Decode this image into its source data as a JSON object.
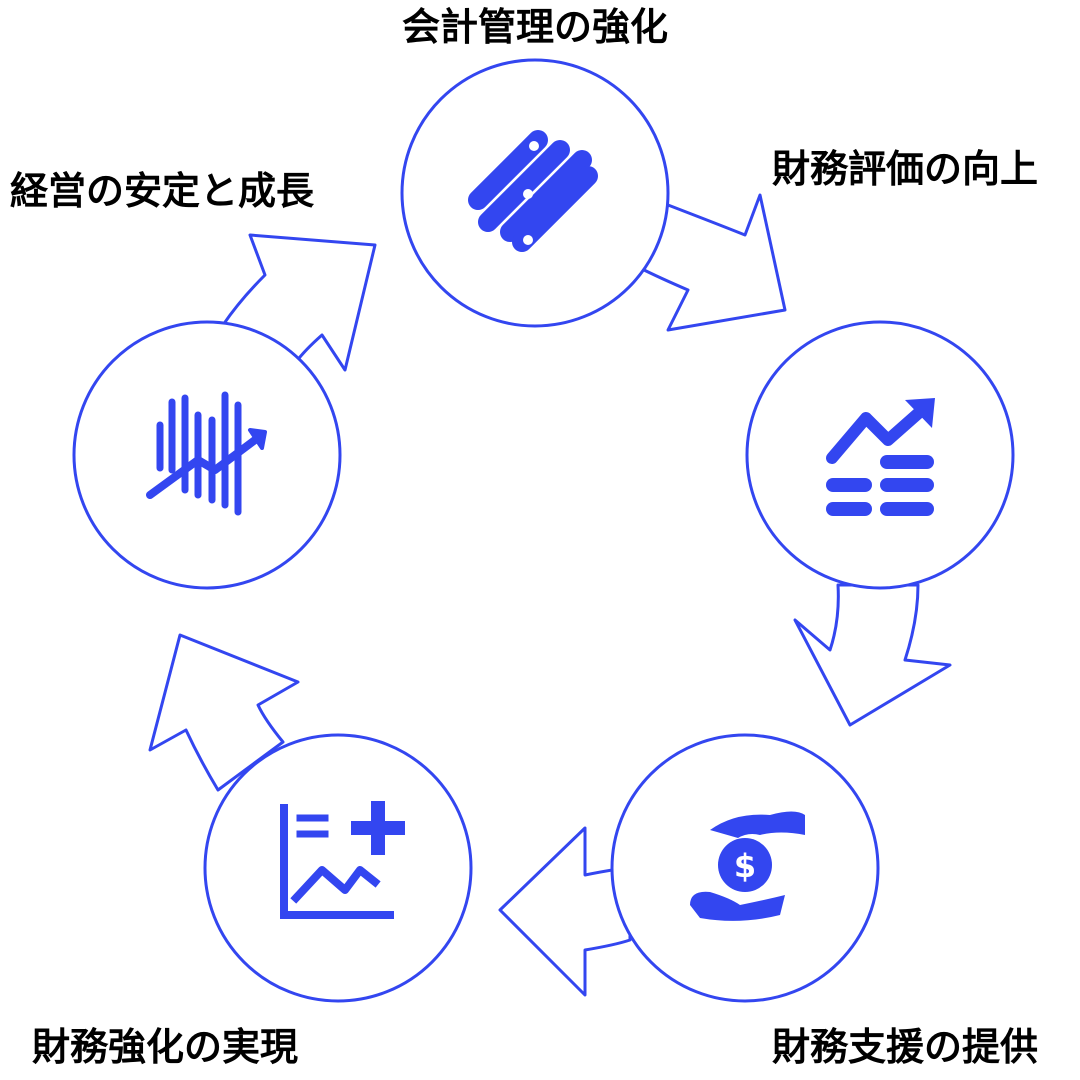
{
  "stages": [
    {
      "label": "会計管理の強化",
      "icon": "ledger-bars-icon"
    },
    {
      "label": "財務評価の向上",
      "icon": "growth-chart-icon"
    },
    {
      "label": "財務支援の提供",
      "icon": "money-hands-icon"
    },
    {
      "label": "財務強化の実現",
      "icon": "chart-plus-icon"
    },
    {
      "label": "経営の安定と成長",
      "icon": "rising-bars-icon"
    }
  ],
  "colors": {
    "accent": "#3346f0",
    "arrow_fill": "#ffffff",
    "text": "#000000"
  }
}
